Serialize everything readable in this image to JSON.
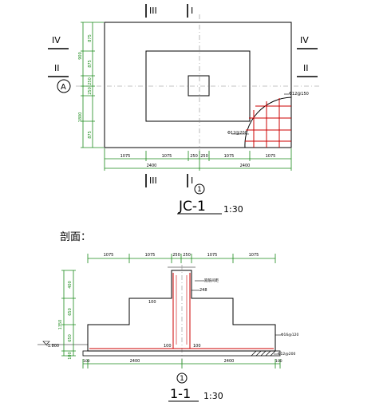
{
  "plan": {
    "cut_top_left": "III",
    "cut_top_right": "I",
    "cut_bottom_left": "III",
    "cut_bottom_right": "I",
    "cut_left_top": "IV",
    "cut_left_mid": "II",
    "cut_right_top": "IV",
    "cut_right_mid": "II",
    "axis_bubble": "A",
    "left_dims": [
      "875",
      "900",
      "875",
      "250",
      "250",
      "1800",
      "875"
    ],
    "bottom_dims_row1": [
      "1075",
      "1075",
      "250",
      "250",
      "1075",
      "1075"
    ],
    "bottom_dims_row2": [
      "2400",
      "2400"
    ],
    "rebar_top_label": "Φ12@150",
    "rebar_mid_label": "Φ12@200",
    "axis_marker": "1",
    "title": "JC-1",
    "scale": "1:30"
  },
  "section": {
    "heading": "剖面：",
    "top_dims": [
      "1075",
      "1075",
      "250",
      "250",
      "1075",
      "1075"
    ],
    "left_dims": [
      "400",
      "650",
      "1350",
      "650",
      "100"
    ],
    "elevation": "-1.800",
    "label_hatch": "箍筋间距",
    "label_248": "248",
    "label_100a": "100",
    "label_100b": "100",
    "label_100c": "100",
    "label_rebar1": "Φ16@120",
    "label_rebar2": "Φ12@200",
    "bottom_dims": [
      "100",
      "2400",
      "2400",
      "100"
    ],
    "axis_marker": "1",
    "title": "1-1",
    "scale": "1:30"
  }
}
